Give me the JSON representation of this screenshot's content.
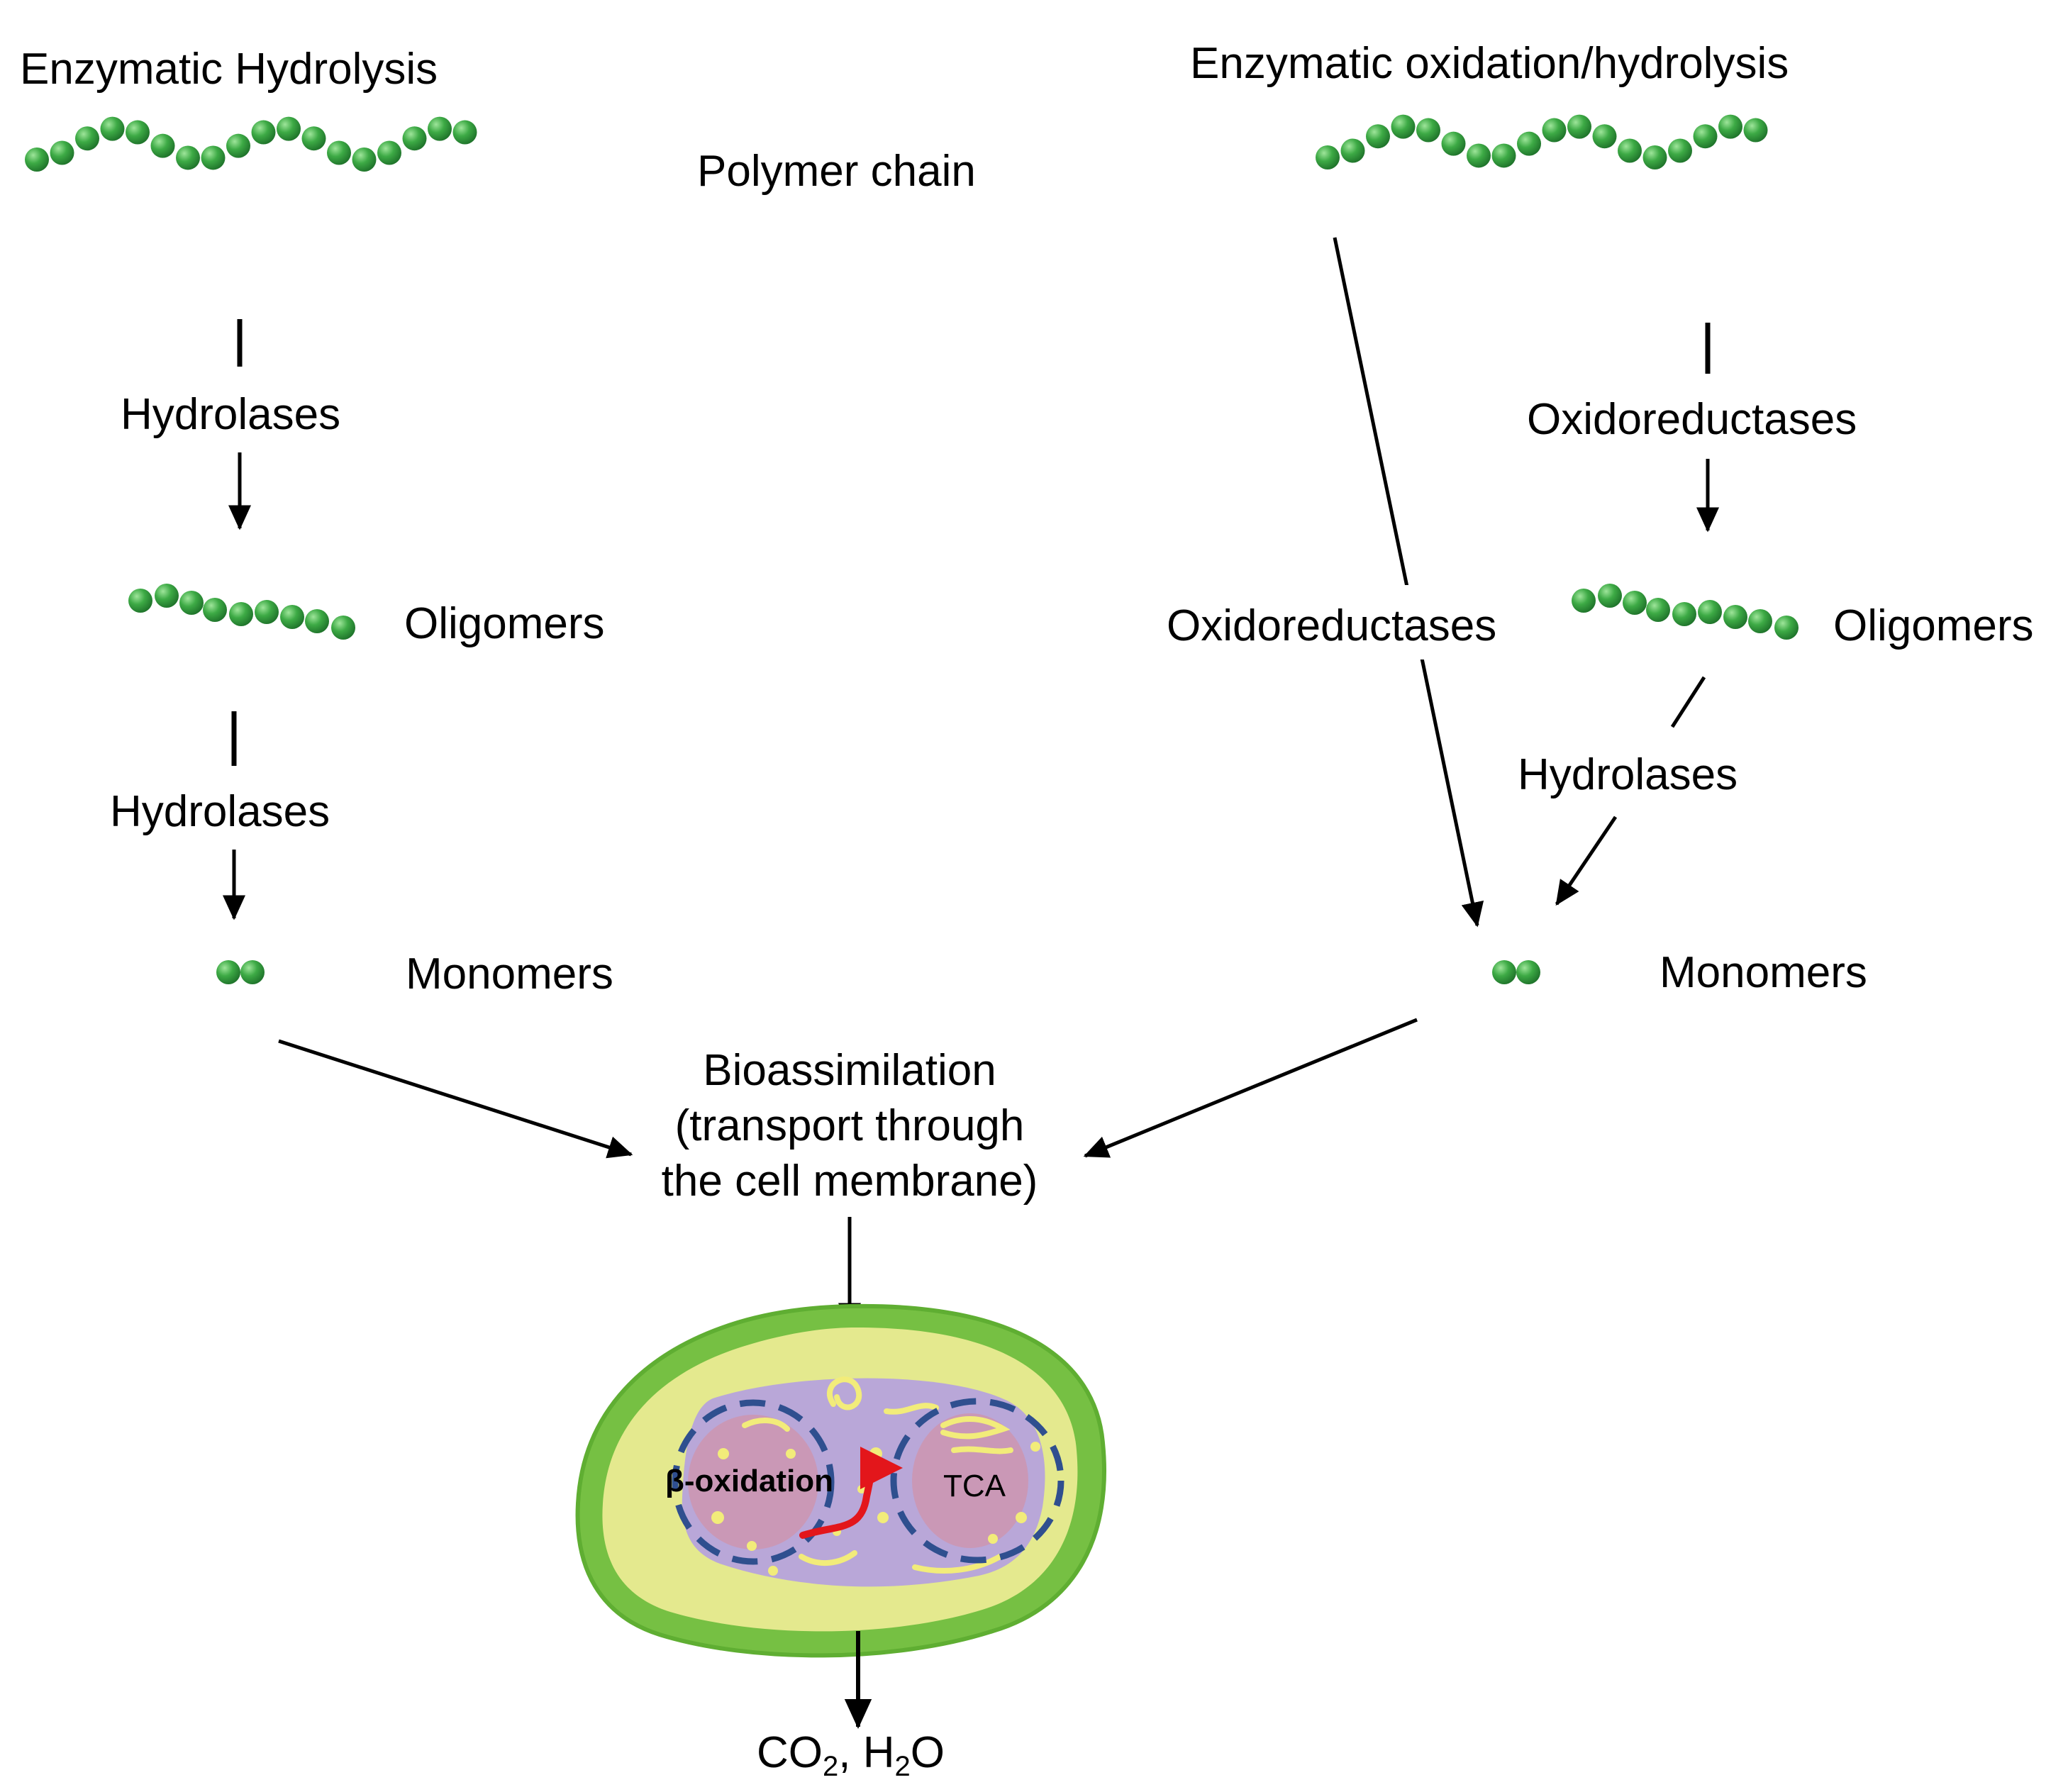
{
  "left_pathway": {
    "title": "Enzymatic Hydrolysis",
    "step1_enzyme": "Hydrolases",
    "oligomers_label": "Oligomers",
    "step2_enzyme": "Hydrolases",
    "monomers_label": "Monomers"
  },
  "center": {
    "polymer_label": "Polymer chain",
    "bioassimilation_line1": "Bioassimilation",
    "bioassimilation_line2": "(transport through",
    "bioassimilation_line3": "the cell membrane)"
  },
  "right_pathway": {
    "title": "Enzymatic oxidation/hydrolysis",
    "direct_enzyme": "Oxidoreductases",
    "step1_enzyme": "Oxidoreductases",
    "oligomers_label": "Oligomers",
    "step2_enzyme": "Hydrolases",
    "monomers_label": "Monomers"
  },
  "cell": {
    "beta_oxidation_label": "β-oxidation",
    "tca_label": "TCA"
  },
  "products": {
    "co2_main": "CO",
    "co2_sub": "2",
    "separator": ", H",
    "h2o_sub": "2",
    "h2o_end": "O"
  },
  "colors": {
    "bead": "#2e9e3e",
    "bead_highlight": "#8fd88f",
    "cell_wall": "#7ac143",
    "cytoplasm": "#e6ea8f",
    "nucleoid": "#b9a6d8",
    "organelle": "#f2ec7a",
    "dashed_circle": "#2f4f8f",
    "pathway_arrow": "#e3161b"
  }
}
